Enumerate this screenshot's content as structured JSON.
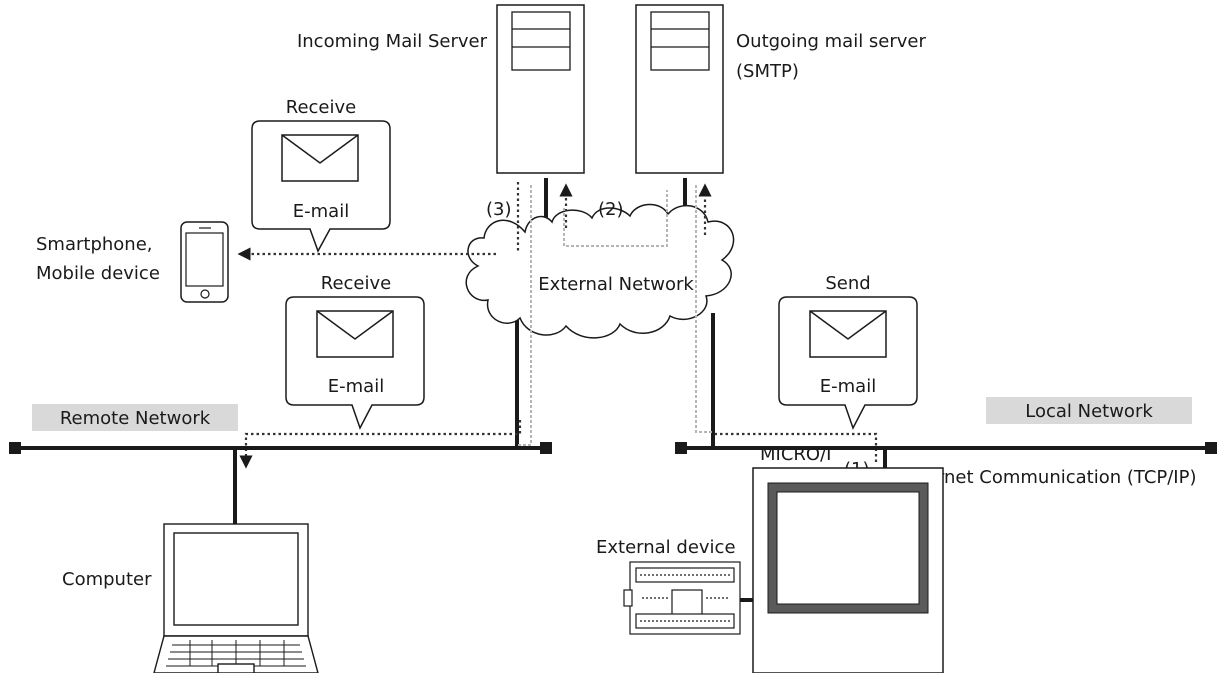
{
  "servers": {
    "incoming_label": "Incoming Mail Server",
    "outgoing_label_line1": "Outgoing mail server",
    "outgoing_label_line2": "(SMTP)"
  },
  "steps": {
    "step1": "(1)",
    "step2": "(2)",
    "step3": "(3)"
  },
  "cloud": {
    "label": "External Network"
  },
  "bubbles": {
    "receive_phone": {
      "title": "Receive",
      "text": "E-mail"
    },
    "receive_remote": {
      "title": "Receive",
      "text": "E-mail"
    },
    "send_local": {
      "title": "Send",
      "text": "E-mail"
    }
  },
  "devices": {
    "smartphone_line1": "Smartphone,",
    "smartphone_line2": "Mobile device",
    "computer": "Computer",
    "micro_i": "MICRO/I",
    "external_device": "External device"
  },
  "networks": {
    "remote": "Remote Network",
    "local": "Local Network",
    "ethernet": "Ethernet Communication (TCP/IP)"
  },
  "colors": {
    "line": "#1a1a1a",
    "dotted_path": "#333333",
    "gray_path": "#b5b5b5",
    "network_label_bg": "#d9d9d9"
  }
}
